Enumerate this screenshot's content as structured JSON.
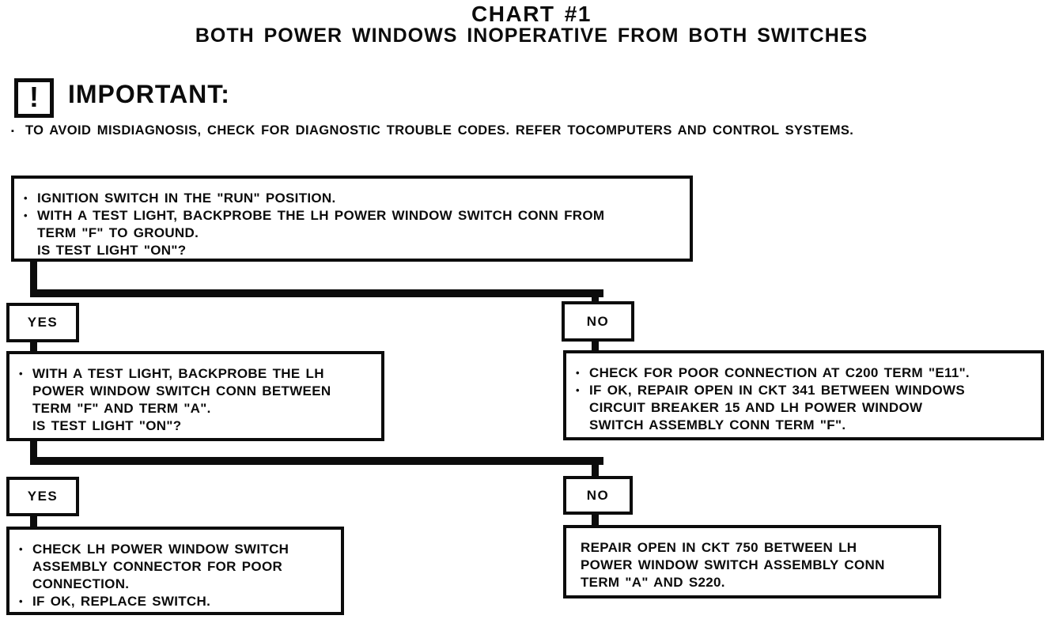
{
  "page": {
    "title_line1": "CHART #1",
    "title_line2": "BOTH POWER WINDOWS INOPERATIVE FROM BOTH SWITCHES"
  },
  "important": {
    "icon_glyph": "!",
    "label": "IMPORTANT:",
    "bullet_char": "▪",
    "note": "TO AVOID MISDIAGNOSIS, CHECK FOR DIAGNOSTIC TROUBLE CODES. REFER TOCOMPUTERS AND CONTROL SYSTEMS."
  },
  "flowchart": {
    "bullet_char": "•",
    "step1": {
      "bullet1": "IGNITION SWITCH IN THE \"RUN\" POSITION.",
      "bullet2": "WITH A TEST LIGHT, BACKPROBE THE LH POWER WINDOW SWITCH CONN FROM\nTERM \"F\" TO GROUND.\nIS TEST LIGHT \"ON\"?"
    },
    "branch1": {
      "yes_label": "YES",
      "no_label": "NO"
    },
    "step2_yes": {
      "bullet1": "WITH A TEST LIGHT, BACKPROBE THE LH\nPOWER WINDOW SWITCH CONN BETWEEN\nTERM \"F\" AND TERM \"A\".\nIS TEST LIGHT \"ON\"?"
    },
    "step2_no": {
      "bullet1": "CHECK FOR POOR CONNECTION AT C200 TERM \"E11\".",
      "bullet2": "IF OK, REPAIR OPEN IN CKT 341 BETWEEN WINDOWS\nCIRCUIT BREAKER 15 AND LH POWER WINDOW\nSWITCH ASSEMBLY CONN TERM \"F\"."
    },
    "branch2": {
      "yes_label": "YES",
      "no_label": "NO"
    },
    "step3_yes": {
      "bullet1": "CHECK LH POWER WINDOW SWITCH\nASSEMBLY CONNECTOR FOR POOR\nCONNECTION.",
      "bullet2": "IF OK, REPLACE SWITCH."
    },
    "step3_no": {
      "text": "REPAIR OPEN IN CKT 750 BETWEEN LH\nPOWER WINDOW SWITCH ASSEMBLY CONN\nTERM \"A\" AND S220."
    }
  },
  "colors": {
    "ink": "#0c0c0c",
    "paper": "#ffffff"
  }
}
